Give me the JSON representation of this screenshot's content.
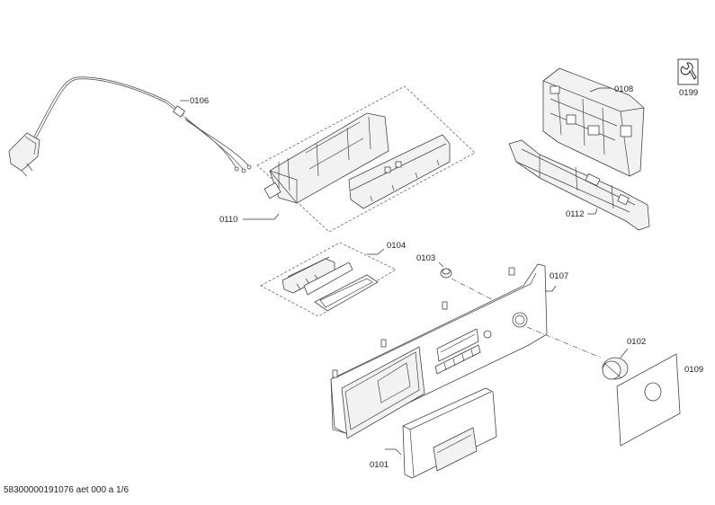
{
  "diagram": {
    "parts": {
      "p0106": "0106",
      "p0108": "0108",
      "p0199": "0199",
      "p0110": "0110",
      "p0112": "0112",
      "p0104": "0104",
      "p0103": "0103",
      "p0107": "0107",
      "p0102": "0102",
      "p0109": "0109",
      "p0101": "0101"
    },
    "icon": "wrench-icon"
  },
  "footer": {
    "document_code": "58300000191076 aet 000 a 1/6"
  }
}
